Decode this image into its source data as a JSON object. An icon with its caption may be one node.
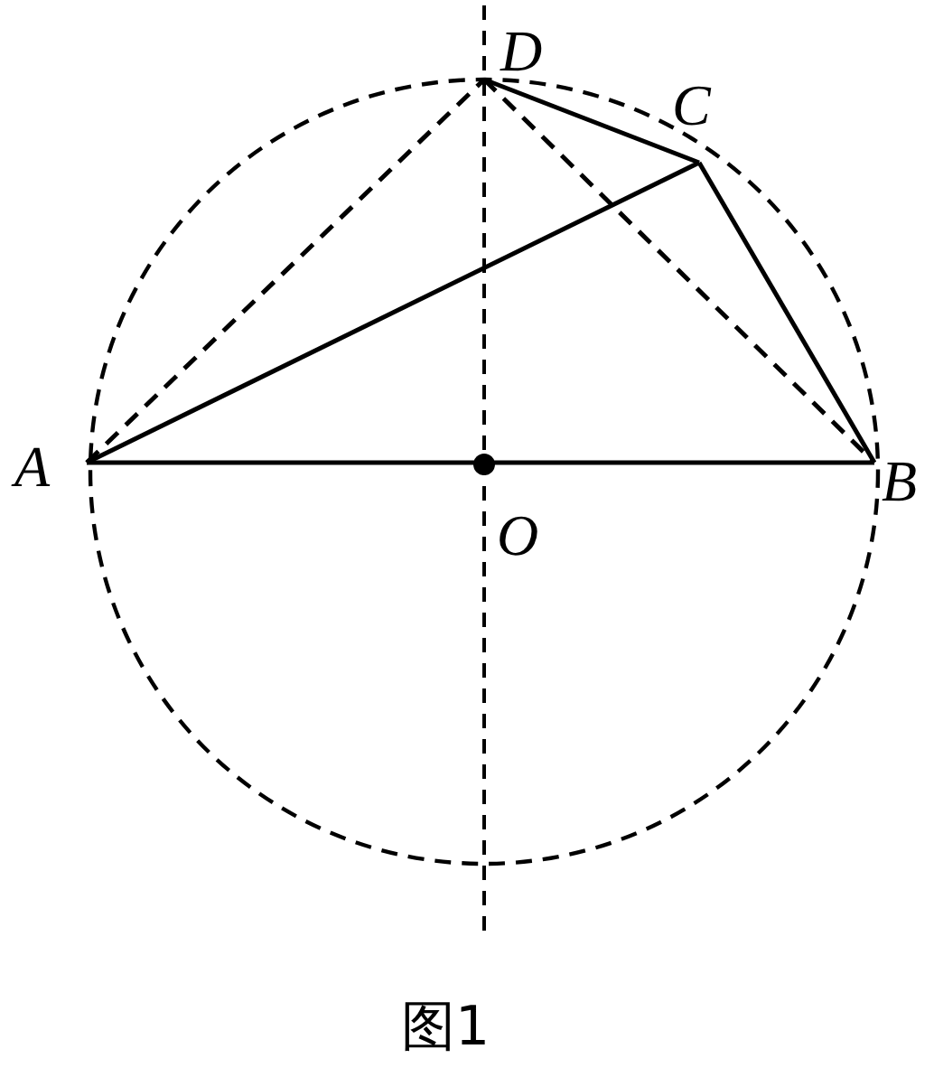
{
  "diagram": {
    "caption": "图1",
    "nodes": [
      {
        "text": [
          "A"
        ]
      },
      {
        "text": [
          "B"
        ]
      },
      {
        "text": [
          "C"
        ]
      },
      {
        "text": [
          "D"
        ]
      },
      {
        "text": [
          "O"
        ]
      }
    ],
    "edges": [
      {
        "from": 0,
        "to": 1,
        "arrow": "none"
      },
      {
        "from": 0,
        "to": 2,
        "arrow": "none"
      },
      {
        "from": 2,
        "to": 1,
        "arrow": "none"
      },
      {
        "from": 3,
        "to": 2,
        "arrow": "none"
      },
      {
        "from": 0,
        "to": 3,
        "arrow": "none",
        "style": "dashed"
      },
      {
        "from": 3,
        "to": 1,
        "arrow": "none",
        "style": "dashed"
      }
    ]
  }
}
